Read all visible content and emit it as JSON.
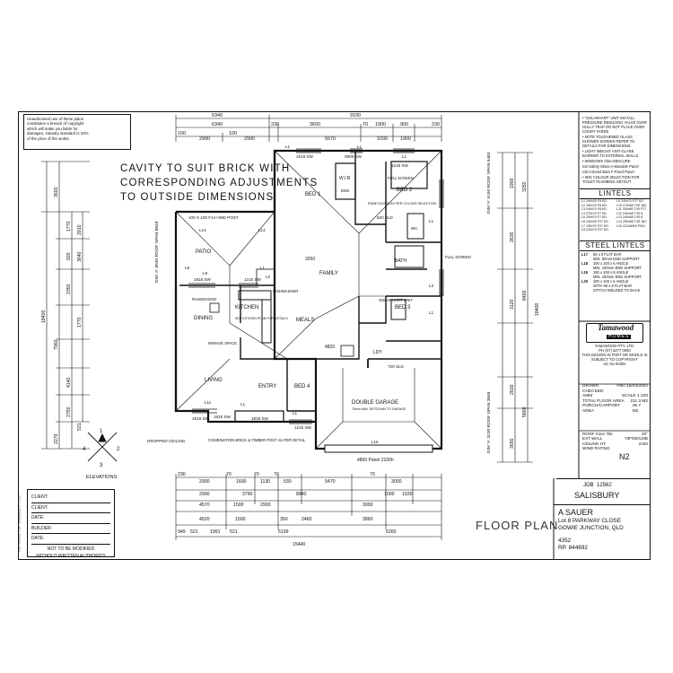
{
  "copyright_notice": "Unauthorised use of these plans\nconstitutes a breach of copyright\nwhich will make you liable for\ndamages, industry standard is 20%\nof the price of the works.",
  "cavity_note": [
    "CAVITY TO SUIT BRICK WITH",
    "CORRESPONDING ADJUSTMENTS",
    "TO OUTSIDE DIMENSIONS"
  ],
  "notes": [
    "• \"SOLARHART\" UNIT INSTALL PRESSURE REDUCING VALVE OVER GULLY TRAP DO NOT PLACE OVER COURT YARDS",
    "• NOTE TOUGHENED GLASS SHOWER SCREEN REFER TO DETAILS FOR DIMENSIONS",
    "• LIGHT WEIGHT ANTI-GLARE BARRIER TO EXTERNAL WALLS",
    "• WINDOWS   Obs-OBSCURE",
    "SG-Safety Glass  A-Movable Panel",
    "CB-Colored Bars  F-Fixed Panel",
    "• SEE COLOUR SELECTION FOR TOILET PLUMBING SETOUT"
  ],
  "lintels_title": "LINTELS",
  "lintels": [
    "L1  190x25 F8 KD",
    "L9  240x70 F27 KD",
    "L2  190x70 F8 KD",
    "L10 270x65 T4S 18C",
    "L3  240x70 F8 KD",
    "L11 330x65 T4S F27",
    "L4  270x70 F7 KD",
    "L12 240x65 T4S 8",
    "L5  290x70 F7 KD",
    "L13 240x65 T4S 8",
    "L6  240x25 F27 KD",
    "L14 290x65 T4S 18C",
    "L7  190x70 F27 KD",
    "L15 412x6000 P051",
    "L8  220x70 F27 KD",
    ""
  ],
  "steel_title": "STEEL LINTELS",
  "steel_lintels": [
    {
      "code": "L17",
      "desc": "65 x 8 FLAT BAR"
    },
    {
      "code": "",
      "desc": "MIN. 90mm END SUPPORT"
    },
    {
      "code": "L18",
      "desc": "100 x 100 x 6 ANGLE"
    },
    {
      "code": "",
      "desc": "MIN. 100mm END SUPPORT"
    },
    {
      "code": "L19",
      "desc": "150 x 100 x 8 ANGLE"
    },
    {
      "code": "",
      "desc": "MIN. 150mm END SUPPORT"
    },
    {
      "code": "L20",
      "desc": "100 x 100 x 6 ANGLE"
    },
    {
      "code": "",
      "desc": "WITH 65 x 8 FLAT BAR"
    },
    {
      "code": "",
      "desc": "STITCH WELDED TO BACK"
    }
  ],
  "company": {
    "logo_word": "Tamawood",
    "logo_sub": "HOMES",
    "name": "TAMAWOOD PTY. LTD.",
    "phone": "PH (07) 3277 0000",
    "design_note": "THIS DESIGN IN PART OR WHOLE IS SUBJECT TO COPYRIGHT",
    "code": "UC No 00291"
  },
  "drawn": {
    "drawn_label": "DRAWN",
    "drawn_value": "PeD 15/04/2002",
    "checked_label": "CHECKED",
    "checked_value": "",
    "amm_label": "AMM",
    "scale_label": "SCALE",
    "scale_value": "1:100",
    "total_area_label": "TOTAL FLOOR AREA",
    "total_area_value": "211.3 M2",
    "porch_area_label": "PORCH/CARPORT AREA",
    "porch_area_value": "26.7 M2"
  },
  "roof": {
    "roof_label": "ROOF",
    "roof_value": "Conc Tile",
    "roof_pitch": "20°",
    "ext_wall_label": "EXT WALL",
    "ext_wall_value": "70F/50/110B",
    "ceiling_label": "CEILING HT.",
    "ceiling_value": "2440",
    "wind_label": "WIND RATING",
    "wind_value": "N2"
  },
  "job": {
    "label": "JOB",
    "number": "12562",
    "name": "SALISBURY"
  },
  "owner": {
    "name": "A SAUER",
    "address1": "Lot 8 PARKWAY CLOSE",
    "address2": "GOWIE JUNCTION, QLD",
    "postcode": "4352",
    "rp": "RP. 844692"
  },
  "floor_plan_title": "FLOOR PLAN",
  "client_form": {
    "client1": "CLIENT:",
    "client2": "CLIENT:",
    "date1": "DATE:",
    "builder": "BUILDER:",
    "date2": "DATE:",
    "note1": "NOT TO BE MODIFIED",
    "note2": "WITHOUT WRITTEN AUTHORITY"
  },
  "vertical_note": "THE PROPERTY OF TAMAWOOD PTY LTD",
  "elevations_label": "ELEVATIONS",
  "elevation_numbers": [
    "1",
    "2",
    "3",
    "4"
  ],
  "rooms": {
    "bed1": "BED 1",
    "bed2": "BED 2",
    "bed3": "BED 3",
    "bed4": "BED 4",
    "wir": "W.I.R",
    "family": "FAMILY",
    "meals": "MEALS",
    "dining": "DINING",
    "kitchen": "KITCHEN",
    "patio": "PATIO",
    "living": "LIVING",
    "entry": "ENTRY",
    "garage": "DOUBLE GARAGE",
    "garage_note": "75mm MIN. SETDOWN TO GARAGE",
    "bath": "BATH",
    "ldy": "LDY",
    "ens": "ENS",
    "wc": "WC",
    "rangehood": "RANGEHOOD",
    "dishwasher": "D/SHWASHER",
    "kitchen_note": "SEE KITCHEN PLAN FOR DETAILS",
    "wave_space": "W/WAVE SPACE",
    "full_screen_1": "FULL SCREEN",
    "full_screen_2": "FULL SCREEN",
    "robe_note": "ROBE DOORS AS PER COLOUR SELECTION",
    "solarhart": "SOLARHART UNIT",
    "dropped_ceiling": "DROPPED CEILING",
    "combination_post": "COMBINATION BRICK & TIMBER POST AS PER DETAIL",
    "hmd_post": "100 X 100 F14 HMD POST",
    "garage_panel": "4800 Panel 2100h",
    "sld_720": "720 SLD",
    "sld_820": "820 SLD",
    "dim_3250": "3250",
    "dim_4820": "4820"
  },
  "lintel_tags": [
    "L1",
    "L14",
    "L8",
    "L9",
    "L1",
    "L2",
    "L1",
    "L1",
    "L1",
    "L1",
    "L11",
    "L14",
    "L3",
    "L1",
    "L15",
    "L1"
  ],
  "window_tags": {
    "w1": "1518 SW",
    "w2": "0909 SW",
    "w3": "1215 SW",
    "w4": "1818 SW",
    "w5": "1215 SW",
    "w6": "1818 SW",
    "w7": "1818 SW",
    "w8": "1215 SW",
    "w9": "1818 SW"
  },
  "top_dims": {
    "row1": [
      "6340",
      "9100"
    ],
    "row2": [
      "6340",
      "230",
      "3600",
      "70",
      "1900",
      "900",
      "230"
    ],
    "row3": [
      "100",
      "2990",
      "100",
      "2990",
      "5570",
      "1030",
      "1900"
    ]
  },
  "bottom_dims": {
    "row1": [
      "230",
      "2900",
      "70",
      "1600",
      "70",
      "1130",
      "70",
      "530",
      "5470",
      "70",
      "3000"
    ],
    "row2": [
      "2900",
      "3790",
      "8940",
      "1000",
      "1930"
    ],
    "row3": [
      "4570",
      "1500",
      "2900",
      "3000"
    ],
    "row4": [
      "4520",
      "1500",
      "350",
      "2460",
      "3860"
    ],
    "row5": [
      "949",
      "521",
      "1991",
      "521",
      "5199",
      "6260"
    ],
    "total": "15440"
  },
  "left_dims": [
    "3600",
    "1770",
    "920",
    "2350",
    "1770",
    "7960",
    "18400",
    "3640",
    "2910",
    "4140",
    "2750",
    "2279",
    "521"
  ],
  "right_dims": [
    "1900",
    "3250",
    "2630",
    "8400",
    "18400",
    "3120",
    "2630",
    "5800",
    "3650"
  ],
  "roof_span_labels": [
    "DIM 'A' 8530 ROOF SPAN 8948",
    "DIM 'A' 5150 ROOF SPAN 5483",
    "DIM 'A' 3230 ROOF SPAN 3669"
  ]
}
